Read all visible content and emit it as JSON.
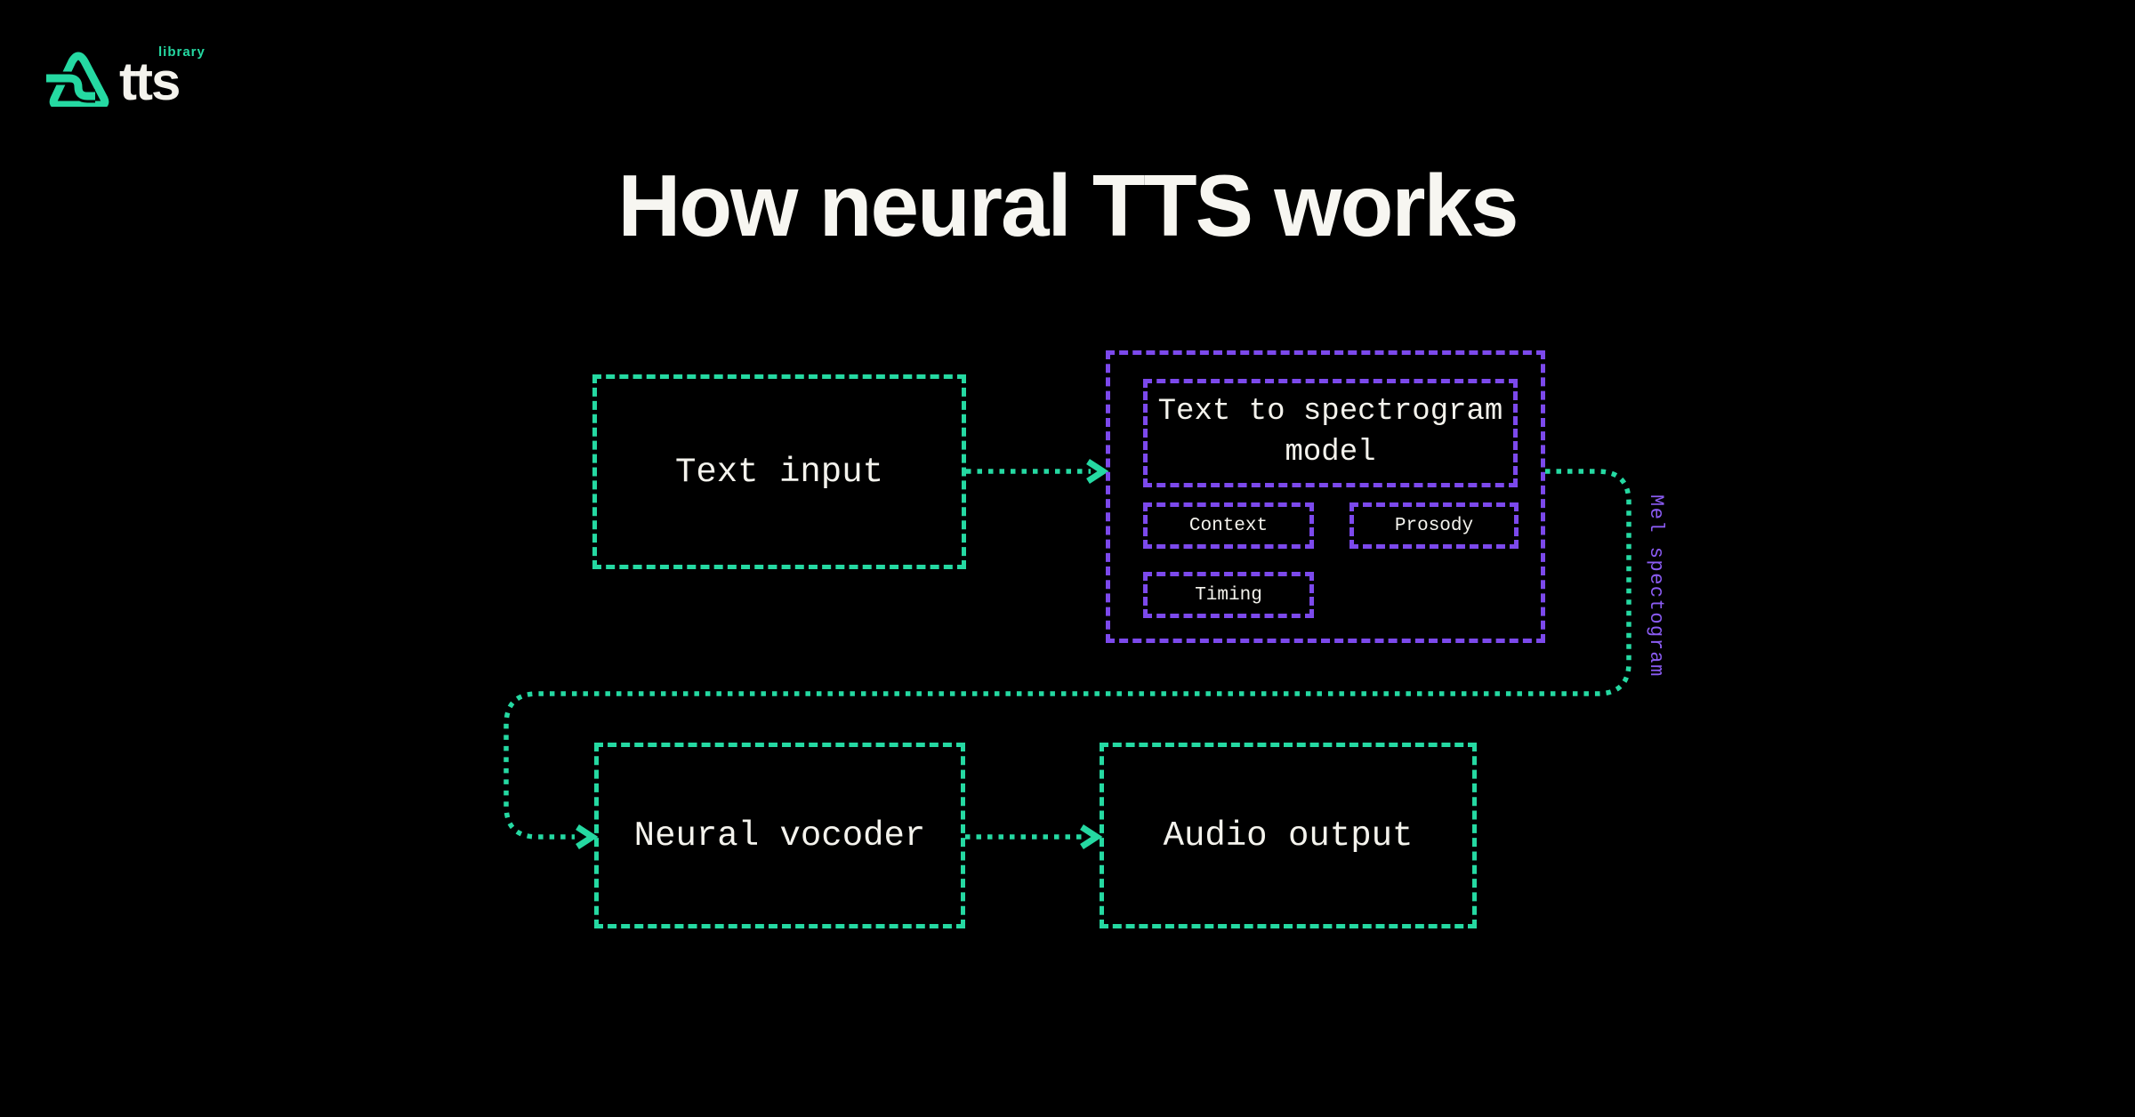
{
  "colors": {
    "background": "#000000",
    "accent_green": "#25D9A2",
    "accent_purple": "#7C49EC",
    "label_purple": "#8A5BF2",
    "text": "#F4F3ED"
  },
  "logo": {
    "brand": "tts",
    "tag": "library"
  },
  "title": "How neural TTS works",
  "nodes": {
    "text_input": {
      "label": "Text input"
    },
    "spectrogram_model": {
      "label": "Text to spectrogram model"
    },
    "context": {
      "label": "Context"
    },
    "prosody": {
      "label": "Prosody"
    },
    "timing": {
      "label": "Timing"
    },
    "neural_vocoder": {
      "label": "Neural vocoder"
    },
    "audio_output": {
      "label": "Audio output"
    }
  },
  "edges": [
    {
      "from": "text_input",
      "to": "spectrogram_model",
      "label": ""
    },
    {
      "from": "spectrogram_model",
      "to": "neural_vocoder",
      "label": "Mel spectogram"
    },
    {
      "from": "neural_vocoder",
      "to": "audio_output",
      "label": ""
    }
  ]
}
